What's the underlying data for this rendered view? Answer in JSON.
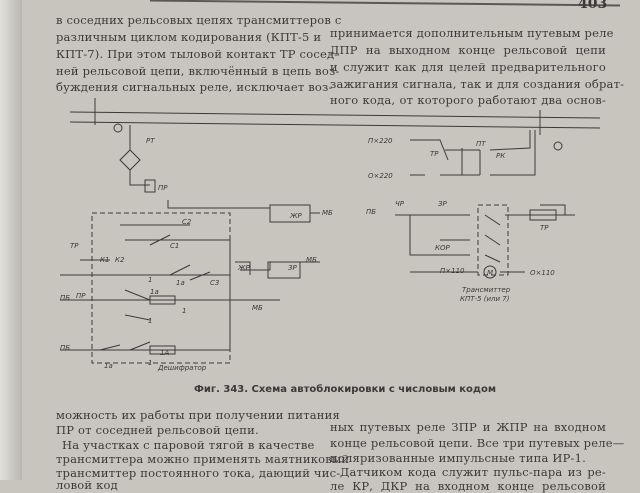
{
  "page_number": "403",
  "left_top": [
    "в соседних рельсовых цепях трансмиттеров с",
    "различным циклом кодирования (КПТ-5 и",
    "КПТ-7). При этом тыловой контакт ТР сосед-",
    "ней рельсовой цепи, включённый в цепь воз-",
    "буждения сигнальных реле, исключает воз-"
  ],
  "right_top": [
    "принимается дополнительным путевым реле",
    "ДПР на выходном конце рельсовой цепи",
    "и служит как для целей предварительного",
    "зажигания сигнала, так и для создания обрат-",
    "ного кода, от которого работают два основ-"
  ],
  "caption": "Фиг. 343. Схема автоблокировки с числовым кодом",
  "left_bottom": [
    "можность их работы при получении питания",
    "ПР от соседней рельсовой цепи.",
    "На участках с паровой тягой в качестве",
    "трансмиттера можно применять маятниковый",
    "трансмиттер постоянного тока, дающий чис-",
    "ловой код"
  ],
  "right_bottom": [
    "ных путевых реле ЗПР и ЖПР на входном",
    "конце рельсовой цепи. Все три путевых реле—",
    "поляризованные импульсные типа ИР-1.",
    "Датчиком кода служит пульс-пара из ре-",
    "ле КР, ДКР на входном конце рельсовой"
  ],
  "diagram_labels": {
    "rt": "РТ",
    "pr_top": "ПР",
    "mb1": "МБ",
    "zhr1": "ЖР",
    "c2": "С2",
    "c1": "С1",
    "tr_left": "ТР",
    "k1": "К1",
    "k2": "К2",
    "c3": "С3",
    "one_a_1": "1а",
    "one_1": "1",
    "zhr2": "ЖР",
    "zr": "ЗР",
    "mb2": "МБ",
    "pb1": "ПБ",
    "pr_left": "ПР",
    "one_a_2": "1а",
    "one_2": "1",
    "one_relay": "1",
    "mb3": "МБ",
    "pb2": "ПБ",
    "one_a_3": "1а",
    "one_3": "1",
    "one_A": "1А",
    "decoder": "Дешифратор",
    "p220": "П×220",
    "o220": "О×220",
    "tr_mid": "ТР",
    "pt": "ПТ",
    "rk": "РК",
    "pb3": "ПБ",
    "chr": "ЧР",
    "zr2": "ЗР",
    "kor": "КОР",
    "tr_right": "ТР",
    "p110": "П×110",
    "o110": "О×110",
    "motor": "М",
    "transmitter": "Трансмиттер",
    "kpt": "КПТ-5 (или 7)"
  }
}
